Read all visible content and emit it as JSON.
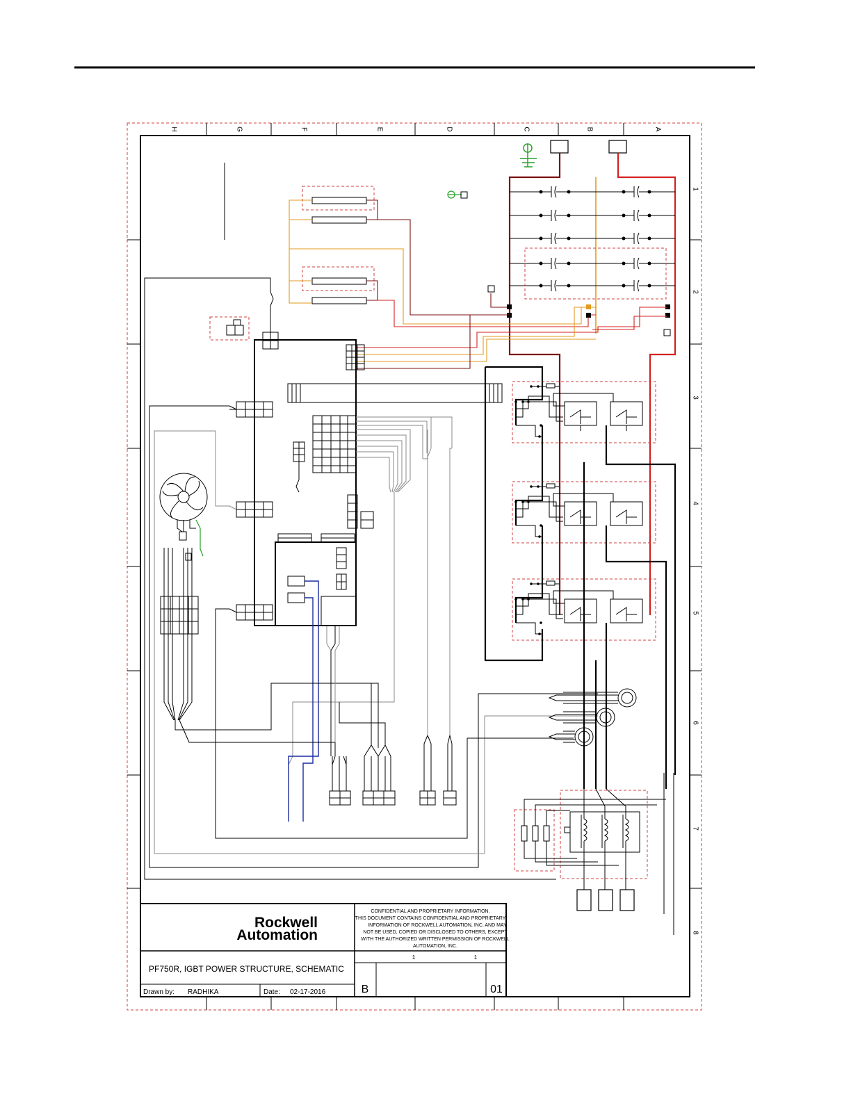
{
  "zone_letters": [
    "H",
    "G",
    "F",
    "E",
    "D",
    "C",
    "B",
    "A"
  ],
  "zone_numbers": [
    "1",
    "2",
    "3",
    "4",
    "5",
    "6",
    "7",
    "8"
  ],
  "logo": {
    "line1": "Rockwell",
    "line2": "Automation"
  },
  "confidential": [
    "CONFIDENTIAL AND PROPRIETARY INFORMATION.",
    "THIS DOCUMENT CONTAINS CONFIDENTIAL AND PROPRIETARY",
    "INFORMATION OF ROCKWELL AUTOMATION, INC. AND MAY",
    "NOT BE USED, COPIED OR DISCLOSED TO OTHERS, EXCEPT",
    "WITH THE AUTHORIZED WRITTEN PERMISSION OF ROCKWELL",
    "AUTOMATION, INC."
  ],
  "title": "PF750R, IGBT POWER STRUCTURE, SCHEMATIC",
  "drawn_by_label": "Drawn by:",
  "drawn_by": "RADHIKA",
  "date_label": "Date:",
  "date": "02-17-2016",
  "sheet_left": "1",
  "sheet_right": "1",
  "size": "B",
  "rev": "01",
  "colors": {
    "red": "#d42020",
    "darkred": "#7a1010",
    "orange": "#e39a1e",
    "green": "#2aa02a",
    "blue": "#1a2aa0",
    "gray": "#8a8a8a",
    "border_dash": "#d04040"
  }
}
